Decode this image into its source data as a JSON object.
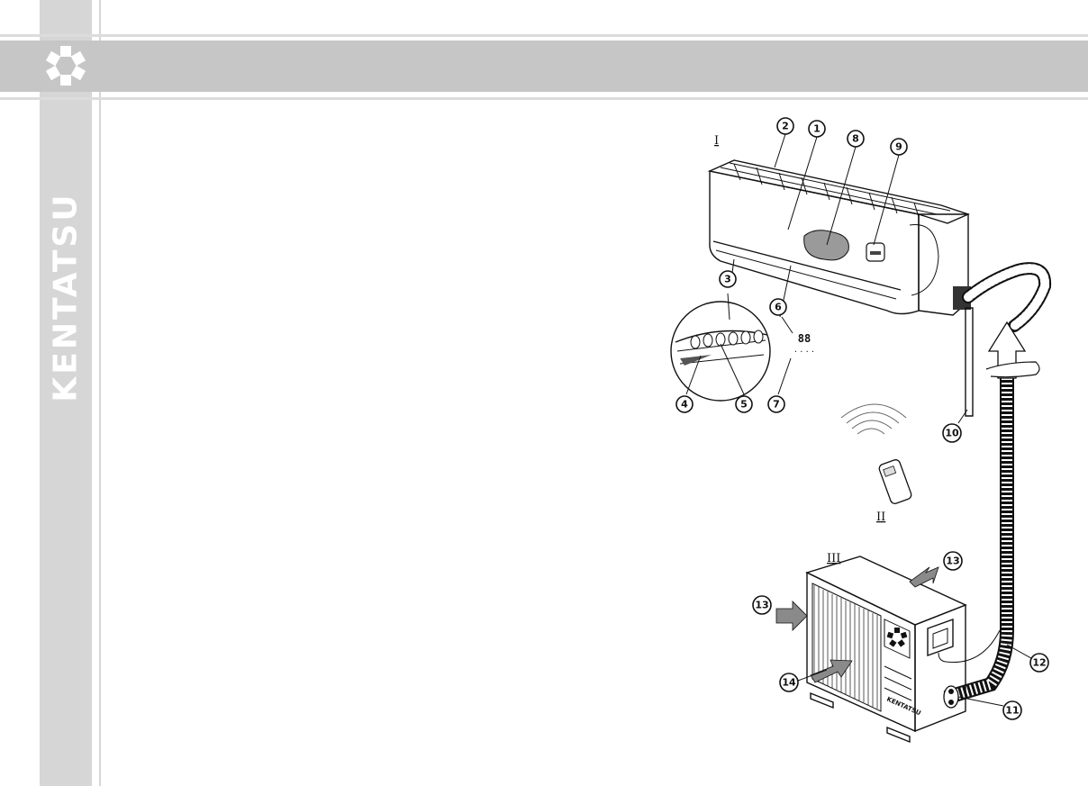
{
  "page": {
    "brand": "KENTATSU",
    "header_title": "",
    "logo_icon": "fan-flower-icon"
  },
  "diagram": {
    "section_labels": [
      "I",
      "II",
      "III"
    ],
    "callouts": [
      "1",
      "2",
      "3",
      "4",
      "5",
      "6",
      "7",
      "8",
      "9",
      "10",
      "11",
      "12",
      "13",
      "14"
    ],
    "display_digits": "88",
    "display_dots": "· · · ·",
    "outdoor_unit_brand": "KENTATSU"
  },
  "colors": {
    "sidebar": "#d6d6d6",
    "band": "#c6c6c6",
    "ink": "#111111",
    "arrow_fill": "#8a8a8a"
  }
}
